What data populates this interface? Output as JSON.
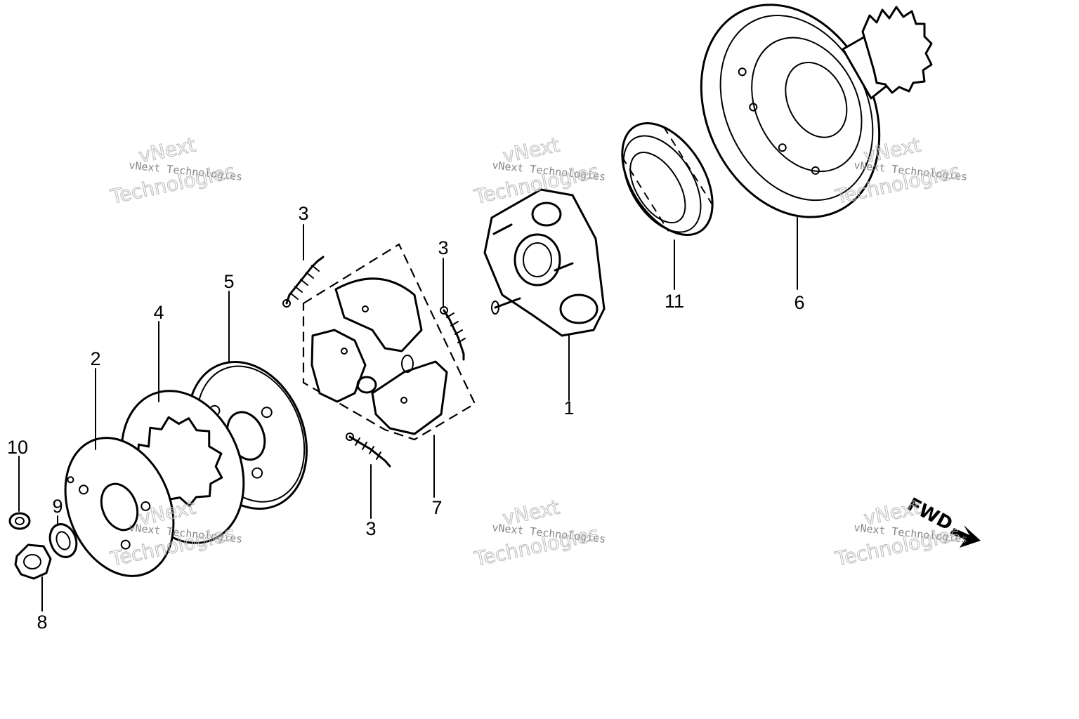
{
  "diagram": {
    "parts": [
      {
        "id": "1",
        "label": "1"
      },
      {
        "id": "2",
        "label": "2"
      },
      {
        "id": "3a",
        "label": "3"
      },
      {
        "id": "3b",
        "label": "3"
      },
      {
        "id": "3c",
        "label": "3"
      },
      {
        "id": "4",
        "label": "4"
      },
      {
        "id": "5",
        "label": "5"
      },
      {
        "id": "6",
        "label": "6"
      },
      {
        "id": "7",
        "label": "7"
      },
      {
        "id": "8",
        "label": "8"
      },
      {
        "id": "9",
        "label": "9"
      },
      {
        "id": "10",
        "label": "10"
      },
      {
        "id": "11",
        "label": "11"
      }
    ],
    "direction_label": "FWD",
    "watermark": {
      "line1": "vNext",
      "line2": "vNext Technologies",
      "line3": "Technologies"
    }
  }
}
